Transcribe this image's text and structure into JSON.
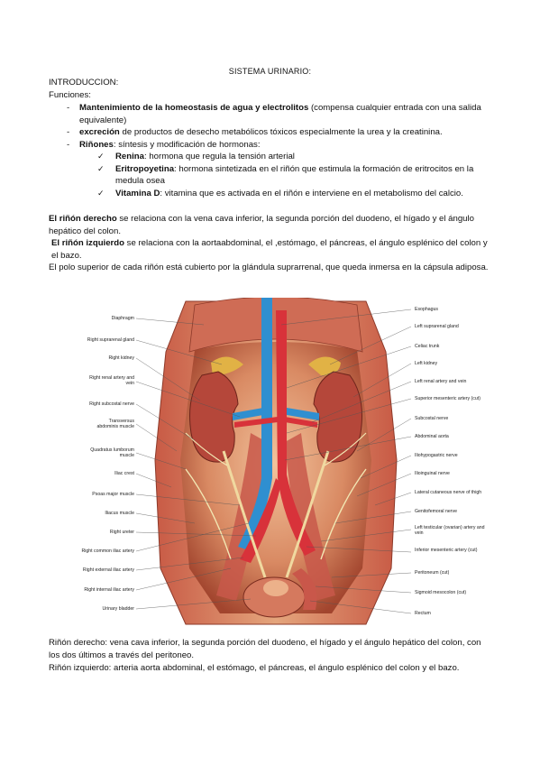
{
  "header": {
    "title": "SISTEMA URINARIO:"
  },
  "intro": {
    "heading": "INTRODUCCION:",
    "sub": "Funciones:"
  },
  "functions": [
    {
      "bold": "Mantenimiento de la homeostasis de agua y electrolitos",
      "text": " (compensa cualquier entrada con una salida equivalente)"
    },
    {
      "bold": "excreción",
      "text": " de productos de desecho metabólicos tóxicos especialmente la urea y la creatinina."
    },
    {
      "bold": "Riñones",
      "text": ": síntesis y modificación de hormonas:"
    }
  ],
  "hormones": [
    {
      "bold": "Renina",
      "text": ": hormona que regula la tensión arterial"
    },
    {
      "bold": "Eritropoyetina",
      "text": ": hormona sintetizada en el riñón que estimula la formación de eritrocitos en la medula osea"
    },
    {
      "bold": "Vitamina D",
      "text": ": vitamina que es activada en el riñón e interviene en el metabolismo del calcio."
    }
  ],
  "relations": {
    "right_bold": "El riñón derecho",
    "right_text": " se relaciona con la vena cava inferior, la segunda porción del duodeno, el hígado y el ángulo hepático del colon.",
    "left_bold": "El riñón izquierdo",
    "left_text": " se relaciona con la aortaabdominal, el ,estómago, el páncreas, el ángulo esplénico del colon y el bazo.",
    "pole_text": "El polo superior de cada riñón está cubierto por la glándula suprarrenal, que queda inmersa en la cápsula adiposa."
  },
  "figure": {
    "left_labels": [
      "Diaphragm",
      "Right suprarenal gland",
      "Right kidney",
      "Right renal artery and vein",
      "Right subcostal nerve",
      "Transversus abdominis muscle",
      "Quadratus lumborum muscle",
      "Iliac crest",
      "Psoas major muscle",
      "Iliacus muscle",
      "Right ureter",
      "Right common iliac artery",
      "Right external iliac artery",
      "Right internal iliac artery",
      "Urinary bladder"
    ],
    "right_labels": [
      "Esophagus",
      "Left suprarenal gland",
      "Celiac trunk",
      "Left kidney",
      "Left renal artery and vein",
      "Superior mesenteric artery (cut)",
      "Subcostal nerve",
      "Abdominal aorta",
      "Iliohypogastric nerve",
      "Ilioinguinal nerve",
      "Lateral cutaneous nerve of thigh",
      "Genitofemoral nerve",
      "Left testicular (ovarian) artery and vein",
      "Inferior mesenteric artery (cut)",
      "Peritoneum (cut)",
      "Sigmoid mesocolon (cut)",
      "Rectum"
    ]
  },
  "summary": {
    "right": "Riñón derecho: vena cava inferior, la segunda porción del duodeno, el hígado y el ángulo hepático del colon, con los dos últimos a través del peritoneo.",
    "left": "Riñón izquierdo: arteria aorta abdominal, el estómago, el páncreas, el ángulo esplénico del colon y el bazo."
  },
  "colors": {
    "artery": "#d8323a",
    "vein": "#2f8fd0",
    "kidney": "#b5473a",
    "tissue": "#e8a27a"
  }
}
